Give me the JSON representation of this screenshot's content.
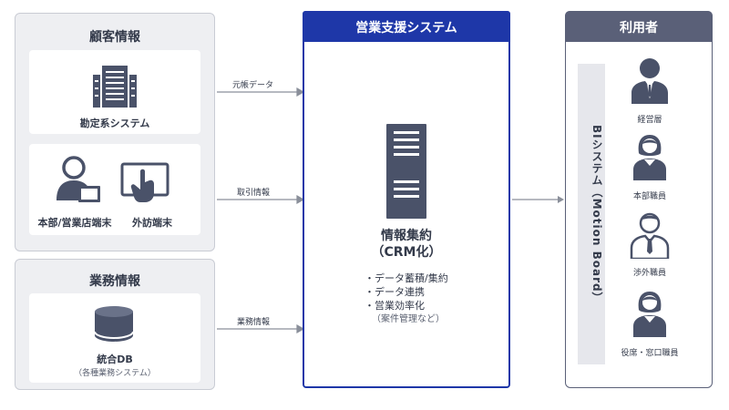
{
  "colors": {
    "accent": "#1e37a8",
    "icon": "#4a5269",
    "panel": "#eeeff2"
  },
  "customer": {
    "title": "顧客情報",
    "accounting_label": "勘定系システム",
    "branch_label": "本部/営業店端末",
    "external_label": "外訪端末"
  },
  "business": {
    "title": "業務情報",
    "db_label": "統合DB",
    "db_sub": "（各種業務システム）"
  },
  "arrows": {
    "ledger": "元帳データ",
    "transaction": "取引情報",
    "business": "業務情報"
  },
  "system": {
    "title": "営業支援システム",
    "main_line1": "情報集約",
    "main_line2": "（CRM化）",
    "bullets": [
      "・データ蓄積/集約",
      "・データ連携",
      "・営業効率化"
    ],
    "bullet_note": "（案件管理など）"
  },
  "users": {
    "title": "利用者",
    "bi_label": "BIシステム（Motion Board）",
    "items": [
      {
        "label": "経営層",
        "icon": "man-suit-icon"
      },
      {
        "label": "本部職員",
        "icon": "woman-icon"
      },
      {
        "label": "渉外職員",
        "icon": "man-tie-icon"
      },
      {
        "label": "役席・窓口職員",
        "icon": "woman-icon"
      }
    ]
  }
}
